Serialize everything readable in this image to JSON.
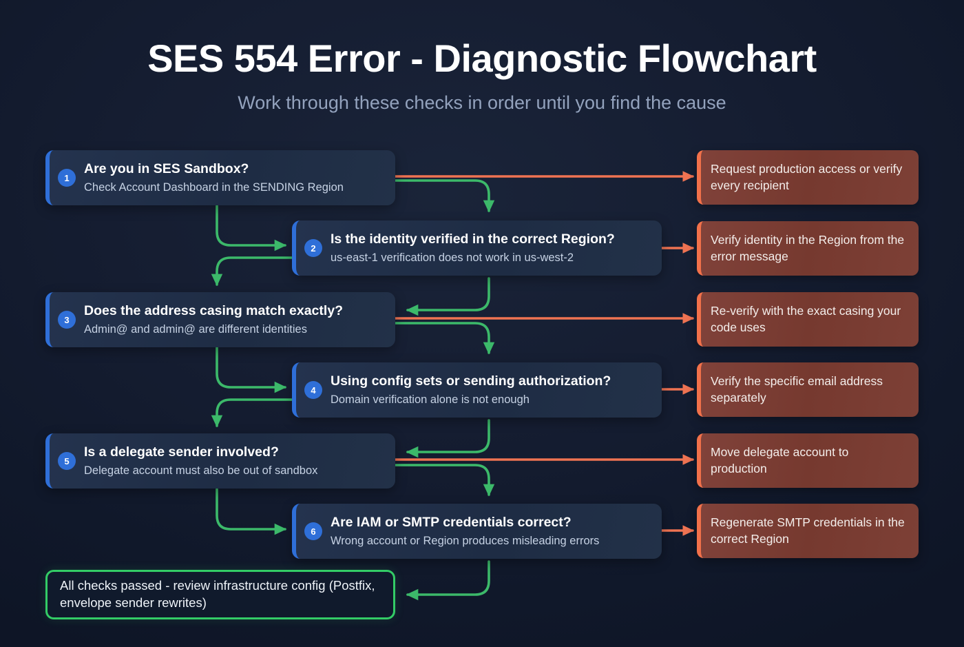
{
  "header": {
    "title": "SES 554 Error - Diagnostic Flowchart",
    "subtitle": "Work through these checks in order until you find the cause"
  },
  "colors": {
    "background": "#131b2e",
    "step_accent": "#2f6fd8",
    "step_fill": "#223148",
    "action_accent": "#f2714a",
    "action_fill": "#7b3d33",
    "success_border": "#33cc66",
    "flow_arrow": "#3cb96a",
    "fail_arrow": "#ef7352",
    "title_text": "#ffffff",
    "subtitle_text": "#93a2bd"
  },
  "steps": [
    {
      "number": "1",
      "title": "Are you in SES Sandbox?",
      "subtitle": "Check Account Dashboard in the SENDING Region"
    },
    {
      "number": "2",
      "title": "Is the identity verified in the correct Region?",
      "subtitle": "us-east-1 verification does not work in us-west-2"
    },
    {
      "number": "3",
      "title": "Does the address casing match exactly?",
      "subtitle": "Admin@ and admin@ are different identities"
    },
    {
      "number": "4",
      "title": "Using config sets or sending authorization?",
      "subtitle": "Domain verification alone is not enough"
    },
    {
      "number": "5",
      "title": "Is a delegate sender involved?",
      "subtitle": "Delegate account must also be out of sandbox"
    },
    {
      "number": "6",
      "title": "Are IAM or SMTP credentials correct?",
      "subtitle": "Wrong account or Region produces misleading errors"
    }
  ],
  "actions": [
    {
      "text": "Request production access or verify every recipient"
    },
    {
      "text": "Verify identity in the Region from the error message"
    },
    {
      "text": "Re-verify with the exact casing your code uses"
    },
    {
      "text": "Verify the specific email address separately"
    },
    {
      "text": "Move delegate account to production"
    },
    {
      "text": "Regenerate SMTP credentials in the correct Region"
    }
  ],
  "success": {
    "text": "All checks passed - review infrastructure config (Postfix, envelope sender rewrites)"
  }
}
